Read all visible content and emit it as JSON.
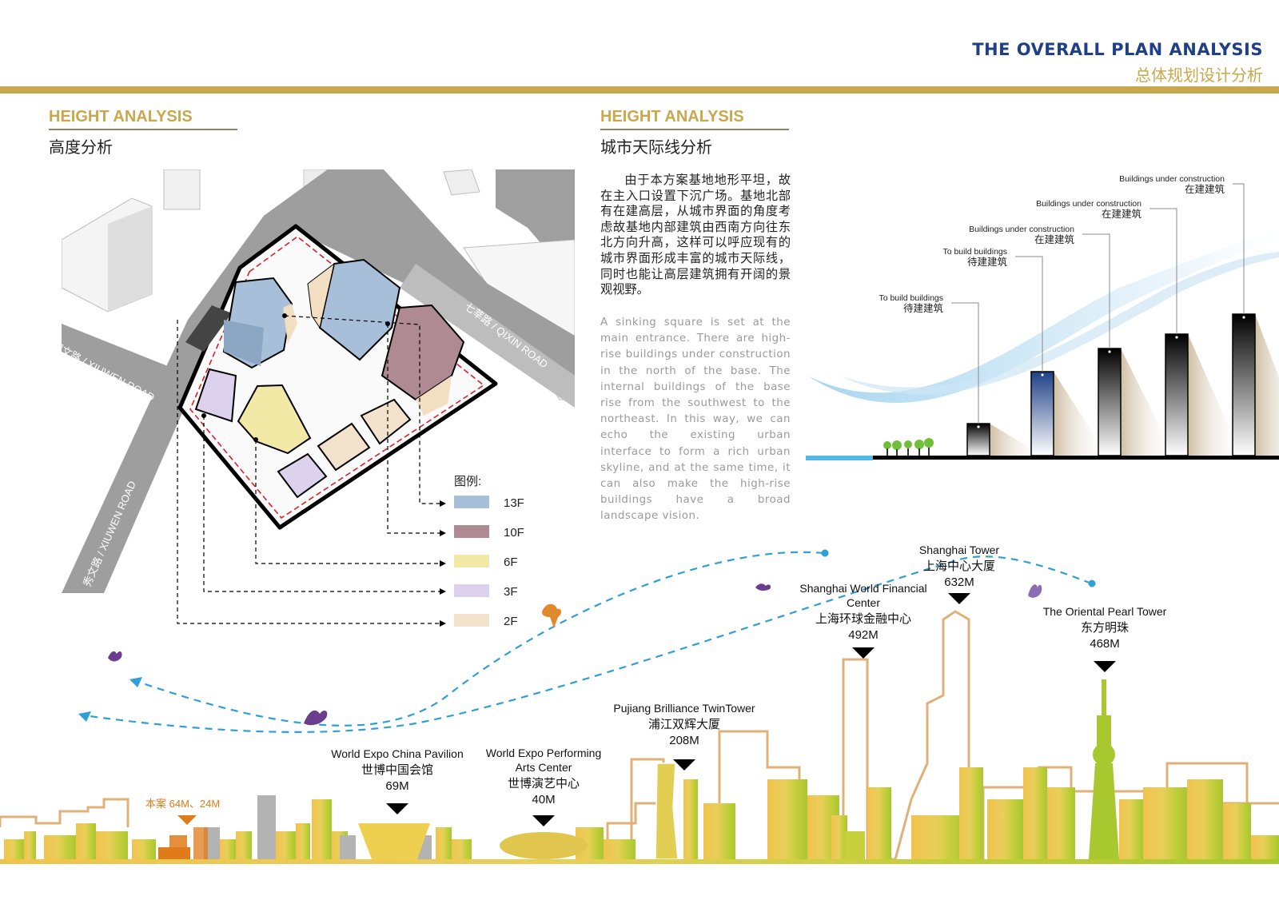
{
  "header": {
    "title_en": "THE  OVERALL PLAN  ANALYSIS",
    "title_zh": "总体规划设计分析"
  },
  "left_section": {
    "title_en": "HEIGHT ANALYSIS",
    "title_zh": "高度分析"
  },
  "right_section": {
    "title_en": "HEIGHT ANALYSIS",
    "title_zh": "城市天际线分析"
  },
  "description_zh": "由于本方案基地地形平坦，故在主入口设置下沉广场。基地北部有在建高层，从城市界面的角度考虑故基地内部建筑由西南方向往东北方向升高，这样可以呼应现有的城市界面形成丰富的城市天际线，同时也能让高层建筑拥有开阔的景观视野。",
  "description_en": "A sinking square is set at the main entrance. There are high-rise buildings under construction in the north of the base. The internal buildings of the base rise from the southwest to the northeast. In this way, we can echo the existing urban interface to form a rich urban skyline, and at the same time, it can also make the high-rise buildings have a broad landscape vision.",
  "roads": {
    "xiuwen_top": "园文路 / XIUWEN ROAD",
    "xiuwen_bottom": "秀文路 / XIUWEN ROAD",
    "qixin": "七莘路 / QIXIN ROAD"
  },
  "legend": {
    "title": "图例:",
    "items": [
      {
        "label": "13F",
        "color": "#a8bfd9"
      },
      {
        "label": "10F",
        "color": "#b08a92"
      },
      {
        "label": "6F",
        "color": "#f3e9a6"
      },
      {
        "label": "3F",
        "color": "#ddd2ee"
      },
      {
        "label": "2F",
        "color": "#f3e2cc"
      }
    ]
  },
  "skyline_bars": [
    {
      "label_en": "To build buildings",
      "label_zh": "待建建筑",
      "height": 1
    },
    {
      "label_en": "To build buildings",
      "label_zh": "待建建筑",
      "height": 2
    },
    {
      "label_en": "Buildings under construction",
      "label_zh": "在建建筑",
      "height": 3
    },
    {
      "label_en": "Buildings under construction",
      "label_zh": "在建建筑",
      "height": 4
    },
    {
      "label_en": "Buildings under construction",
      "label_zh": "在建建筑",
      "height": 5
    }
  ],
  "landmarks": [
    {
      "name_en": "World Expo China Pavilion",
      "name_zh": "世博中国会馆",
      "height": "69M"
    },
    {
      "name_en": "World Expo Performing Arts Center",
      "name_en_1": "World Expo Performing",
      "name_en_2": "Arts Center",
      "name_zh": "世博演艺中心",
      "height": "40M"
    },
    {
      "name_en": "Pujiang Brilliance TwinTower",
      "name_zh": "浦江双辉大厦",
      "height": "208M"
    },
    {
      "name_en": "Shanghai World Financial Center",
      "name_en_1": "Shanghai World Financial",
      "name_en_2": "Center",
      "name_zh": "上海环球金融中心",
      "height": "492M"
    },
    {
      "name_en": "Shanghai Tower",
      "name_zh": "上海中心大厦",
      "height": "632M"
    },
    {
      "name_en": "The Oriental Pearl Tower",
      "name_zh": "东方明珠",
      "height": "468M"
    }
  ],
  "project_label": "本案 64M、24M",
  "colors": {
    "gold": "#c9a84d",
    "navy": "#1f3f86",
    "sky_blue": "#3aa6d8",
    "orange": "#e07b1a"
  }
}
